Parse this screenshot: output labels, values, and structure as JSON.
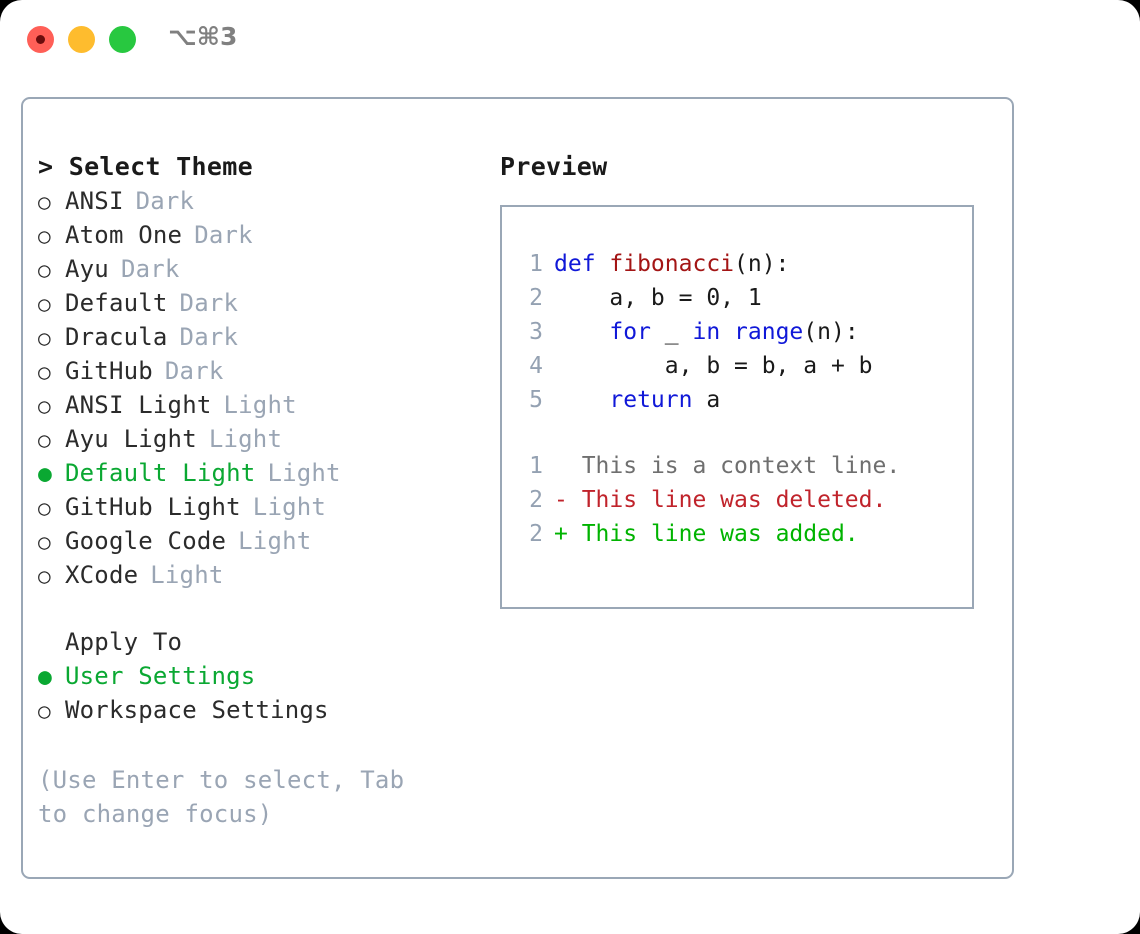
{
  "titlebar": {
    "shortcut": "⌥⌘3",
    "lights": [
      {
        "name": "close",
        "color": "#ff5f57"
      },
      {
        "name": "minimize",
        "color": "#febc2e"
      },
      {
        "name": "maximize",
        "color": "#28c840"
      }
    ]
  },
  "theme_picker": {
    "heading": "Select Theme",
    "caret": ">",
    "bullet_off": "○",
    "bullet_on": "●",
    "items": [
      {
        "name": "ANSI",
        "variant": "Dark",
        "selected": false
      },
      {
        "name": "Atom One",
        "variant": "Dark",
        "selected": false
      },
      {
        "name": "Ayu",
        "variant": "Dark",
        "selected": false
      },
      {
        "name": "Default",
        "variant": "Dark",
        "selected": false
      },
      {
        "name": "Dracula",
        "variant": "Dark",
        "selected": false
      },
      {
        "name": "GitHub",
        "variant": "Dark",
        "selected": false
      },
      {
        "name": "ANSI Light",
        "variant": "Light",
        "selected": false
      },
      {
        "name": "Ayu Light",
        "variant": "Light",
        "selected": false
      },
      {
        "name": "Default Light",
        "variant": "Light",
        "selected": true
      },
      {
        "name": "GitHub Light",
        "variant": "Light",
        "selected": false
      },
      {
        "name": "Google Code",
        "variant": "Light",
        "selected": false
      },
      {
        "name": "XCode",
        "variant": "Light",
        "selected": false
      }
    ]
  },
  "apply_to": {
    "heading": "Apply To",
    "items": [
      {
        "name": "User Settings",
        "selected": true
      },
      {
        "name": "Workspace Settings",
        "selected": false
      }
    ]
  },
  "hint": "(Use Enter to select, Tab to change focus)",
  "preview": {
    "heading": "Preview",
    "code_lines": [
      {
        "no": "1",
        "tokens": [
          {
            "t": "def ",
            "c": "kw"
          },
          {
            "t": "fibonacci",
            "c": "fn"
          },
          {
            "t": "(n):",
            "c": "plain"
          }
        ]
      },
      {
        "no": "2",
        "tokens": [
          {
            "t": "    a, b = 0, 1",
            "c": "plain"
          }
        ]
      },
      {
        "no": "3",
        "tokens": [
          {
            "t": "    ",
            "c": "plain"
          },
          {
            "t": "for",
            "c": "kw"
          },
          {
            "t": " _ ",
            "c": "plain"
          },
          {
            "t": "in ",
            "c": "kw"
          },
          {
            "t": "range",
            "c": "kw"
          },
          {
            "t": "(n):",
            "c": "plain"
          }
        ]
      },
      {
        "no": "4",
        "tokens": [
          {
            "t": "        a, b = b, a + b",
            "c": "plain"
          }
        ]
      },
      {
        "no": "5",
        "tokens": [
          {
            "t": "    ",
            "c": "plain"
          },
          {
            "t": "return",
            "c": "kw"
          },
          {
            "t": " a",
            "c": "plain"
          }
        ]
      }
    ],
    "diff_lines": [
      {
        "no": "1",
        "marker": "  ",
        "text": "This is a context line.",
        "kind": "ctx"
      },
      {
        "no": "2",
        "marker": "- ",
        "text": "This line was deleted.",
        "kind": "del"
      },
      {
        "no": "2",
        "marker": "+ ",
        "text": "This line was added.",
        "kind": "add"
      }
    ]
  },
  "colors": {
    "accent_green": "#0aa832",
    "muted": "#9aa5b4",
    "keyword_blue": "#1018d8",
    "function_red": "#a31515",
    "diff_deleted": "#c0232b",
    "diff_added": "#00b300",
    "border": "#9aa7b6"
  }
}
